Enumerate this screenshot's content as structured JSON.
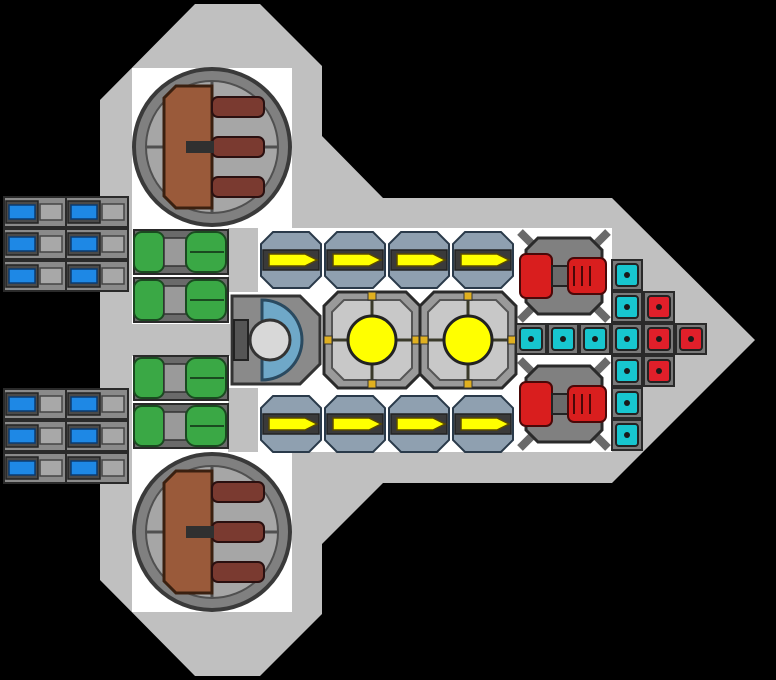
{
  "scene": {
    "kind": "ship-builder-top-down",
    "hull": {
      "color": "#c0c0c0",
      "floor": "#ffffff",
      "outline": "#808080"
    },
    "colors": {
      "background": "#000000",
      "thruster_blue": "#1e88e5",
      "engine_green": "#3aa845",
      "core_yellow": "#ffff00",
      "laser_red": "#d91e1e",
      "shield_cyan": "#17c6cf",
      "armor_red": "#e01f2a",
      "rail_brown": "#9a5a3a"
    },
    "modules": {
      "thrusters": {
        "count": 12,
        "icon": "thruster-icon"
      },
      "engines": {
        "count": 4,
        "icon": "engine-icon"
      },
      "cockpit": {
        "count": 1,
        "icon": "cockpit-icon"
      },
      "reactors": {
        "count": 2,
        "icon": "reactor-icon"
      },
      "missile_launchers": {
        "count": 8,
        "icon": "missile-icon"
      },
      "laser_turrets": {
        "count": 2,
        "icon": "laser-turret-icon"
      },
      "shield_blocks": {
        "count": 9,
        "icon": "shield-block-icon"
      },
      "armor_blocks": {
        "count": 4,
        "icon": "armor-block-icon"
      },
      "rail_turrets": {
        "count": 2,
        "icon": "rail-turret-icon"
      }
    }
  }
}
